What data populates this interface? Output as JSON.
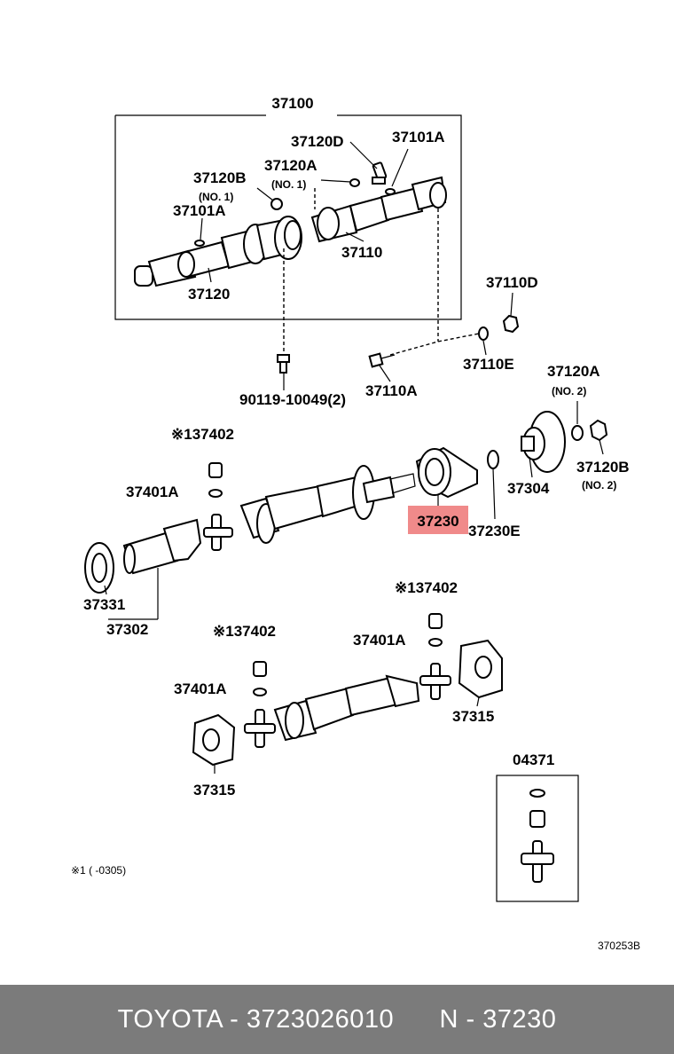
{
  "labels": {
    "assembly": "37100",
    "p37120D": "37120D",
    "p37101A_top": "37101A",
    "p37120B_top": "37120B",
    "p37120B_top_no": "(NO. 1)",
    "p37120A_top": "37120A",
    "p37120A_top_no": "(NO. 1)",
    "p37101A_left": "37101A",
    "p37110": "37110",
    "p37120": "37120",
    "p37110D": "37110D",
    "p37110E": "37110E",
    "p90119": "90119-10049(2)",
    "p37110A": "37110A",
    "p37120A_right": "37120A",
    "p37120A_right_no": "(NO. 2)",
    "p37402_a": "※137402",
    "p37401A_a": "37401A",
    "p37230": "37230",
    "p37230E": "37230E",
    "p37304": "37304",
    "p37120B_right": "37120B",
    "p37120B_right_no": "(NO. 2)",
    "p37331": "37331",
    "p37302": "37302",
    "p37402_b": "※137402",
    "p37401A_b": "37401A",
    "p37402_c": "※137402",
    "p37401A_c": "37401A",
    "p37315_right": "37315",
    "p37315_left": "37315",
    "p04371": "04371",
    "footnote": "※1 (       -0305)",
    "diagram_code": "370253B"
  },
  "footer": {
    "brand_part": "TOYOTA - 3723026010",
    "ref": "N - 37230"
  },
  "colors": {
    "highlight": "#f08a8a",
    "footer_bg": "#7b7b7b",
    "footer_text": "#ffffff"
  }
}
